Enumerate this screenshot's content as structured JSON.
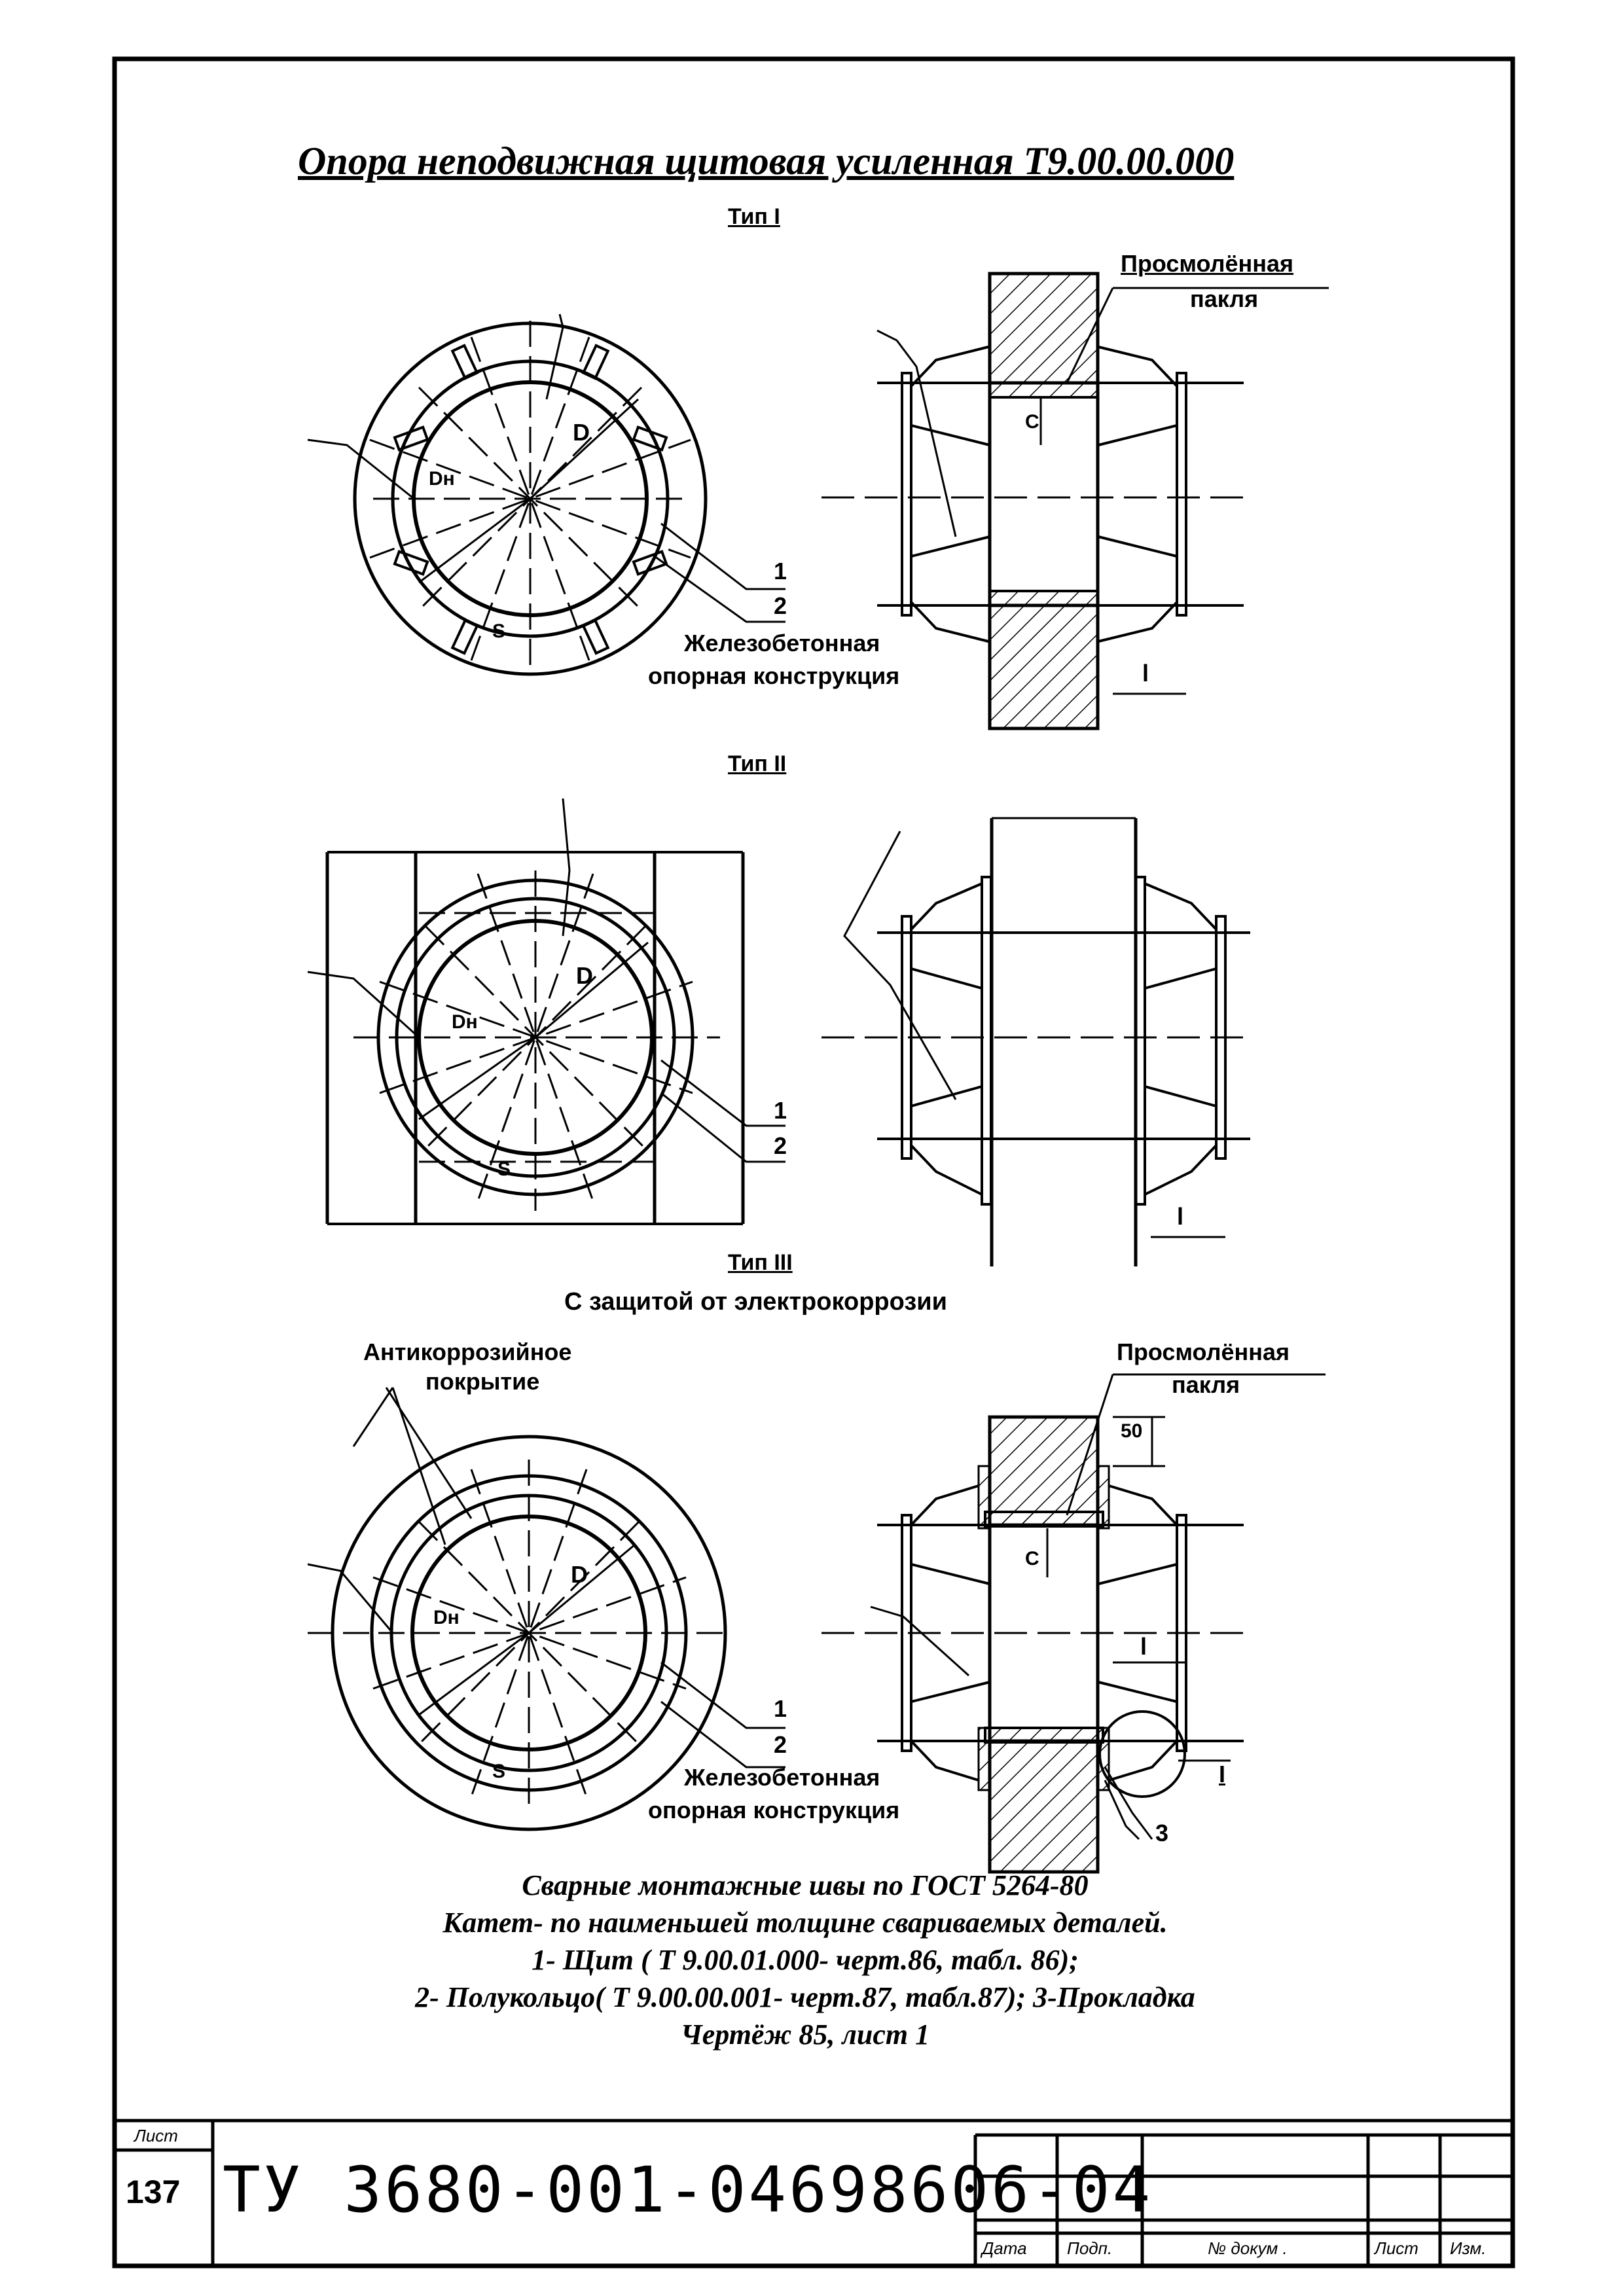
{
  "title": "Опора неподвижная щитовая усиленная Т9.00.00.000",
  "types": [
    {
      "label": "Тип I"
    },
    {
      "label": "Тип II"
    },
    {
      "label": "Тип III",
      "subtitle": "С защитой от электрокоррозии"
    }
  ],
  "labels": {
    "resin_tow": [
      "Просмолённая",
      "пакля"
    ],
    "concrete": [
      "Железобетонная",
      "опорная конструкция"
    ],
    "anticorrosion": [
      "Антикоррозийное",
      "покрытие"
    ],
    "num_1": "1",
    "num_2": "2",
    "num_3": "3",
    "dim_D": "D",
    "dim_Dn": "Dн",
    "dim_S": "S",
    "dim_C": "C",
    "dim_l": "l",
    "dim_50": "50",
    "detail_I": "I"
  },
  "notes": [
    "Сварные монтажные швы по ГОСТ 5264-80",
    "Катет- по наименьшей толщине свариваемых деталей.",
    "1- Щит ( Т 9.00.01.000- черт.86, табл. 86);",
    "2- Полукольцо( Т 9.00.00.001- черт.87, табл.87); 3-Прокладка",
    "Чертёж 85, лист 1"
  ],
  "title_block": {
    "sheet_label": "Лист",
    "sheet_number": "137",
    "doc_code": "ТУ 3680-001-04698606-04",
    "columns": [
      "Дата",
      "Подп.",
      "№ докум .",
      "Лист",
      "Изм."
    ]
  }
}
